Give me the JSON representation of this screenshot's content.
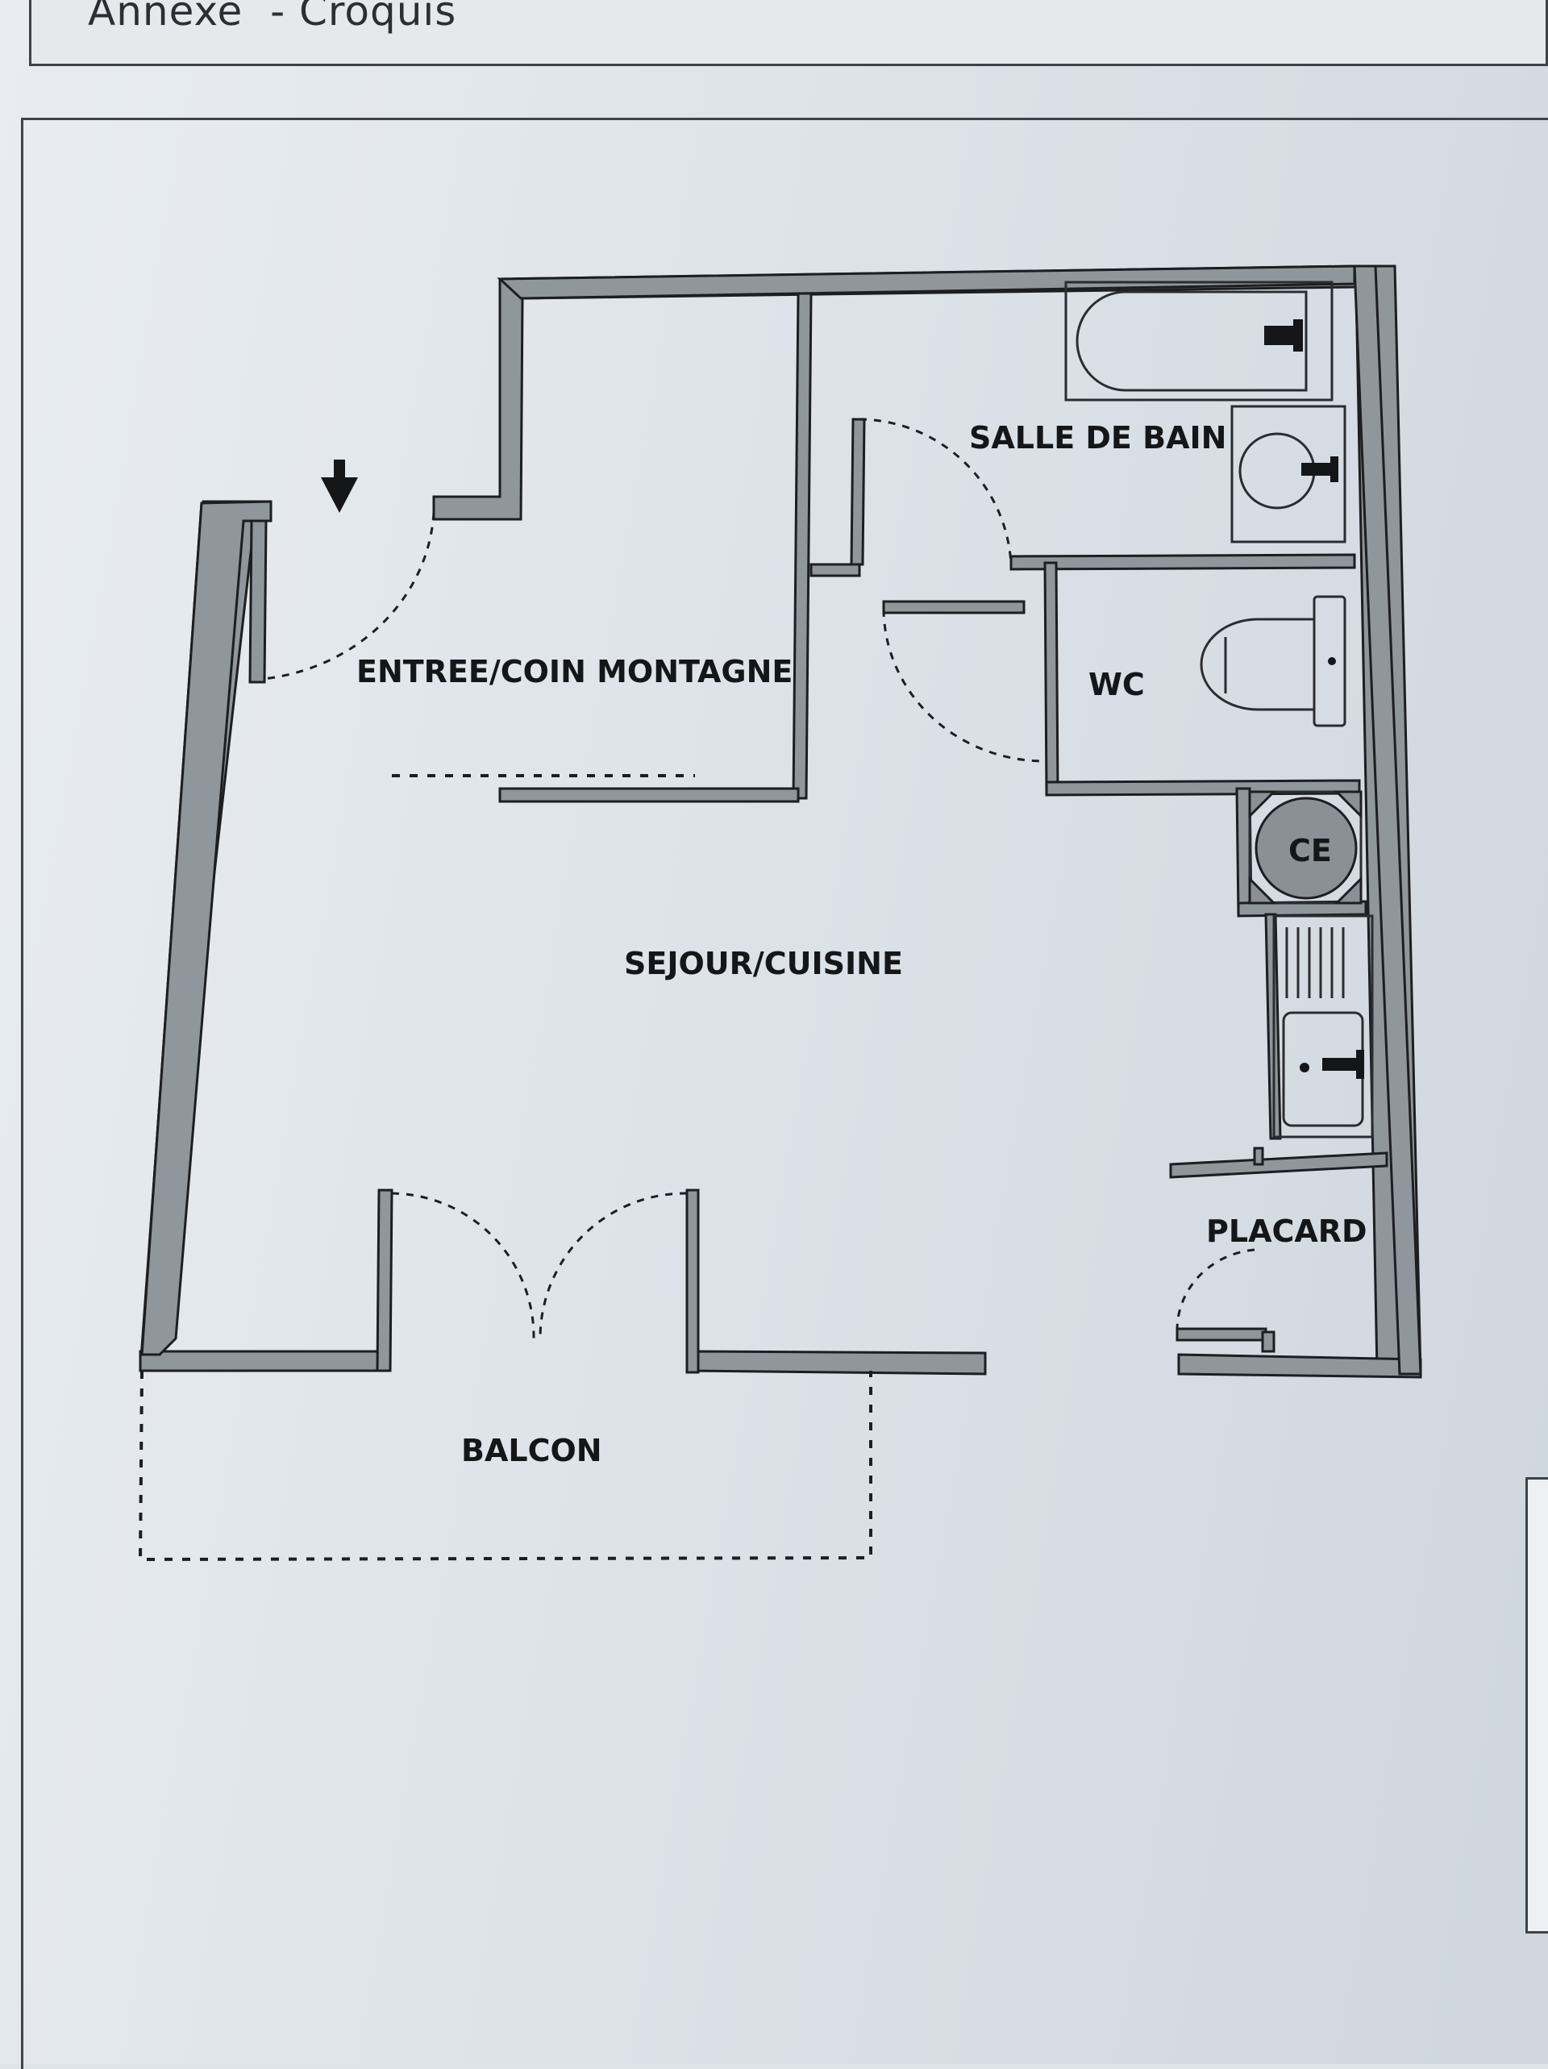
{
  "header": {
    "title": "Annexe  - Croquis"
  },
  "rooms": {
    "entree": "ENTREE/COIN MONTAGNE",
    "salle_de_bain": "SALLE DE BAIN",
    "wc": "WC",
    "ce": "CE",
    "sejour": "SEJOUR/CUISINE",
    "placard": "PLACARD",
    "balcon": "BALCON"
  },
  "colors": {
    "wall_fill": "#8f969c",
    "wall_stroke": "#1c1e20",
    "fixture_stroke": "#2a2d30",
    "text": "#141618"
  },
  "icons": {
    "entrance_arrow": "arrow-down-icon",
    "bathtub": "bathtub-icon",
    "sink": "sink-icon",
    "toilet": "toilet-icon",
    "water_heater": "water-heater-icon",
    "kitchen_sink": "kitchen-sink-icon"
  }
}
